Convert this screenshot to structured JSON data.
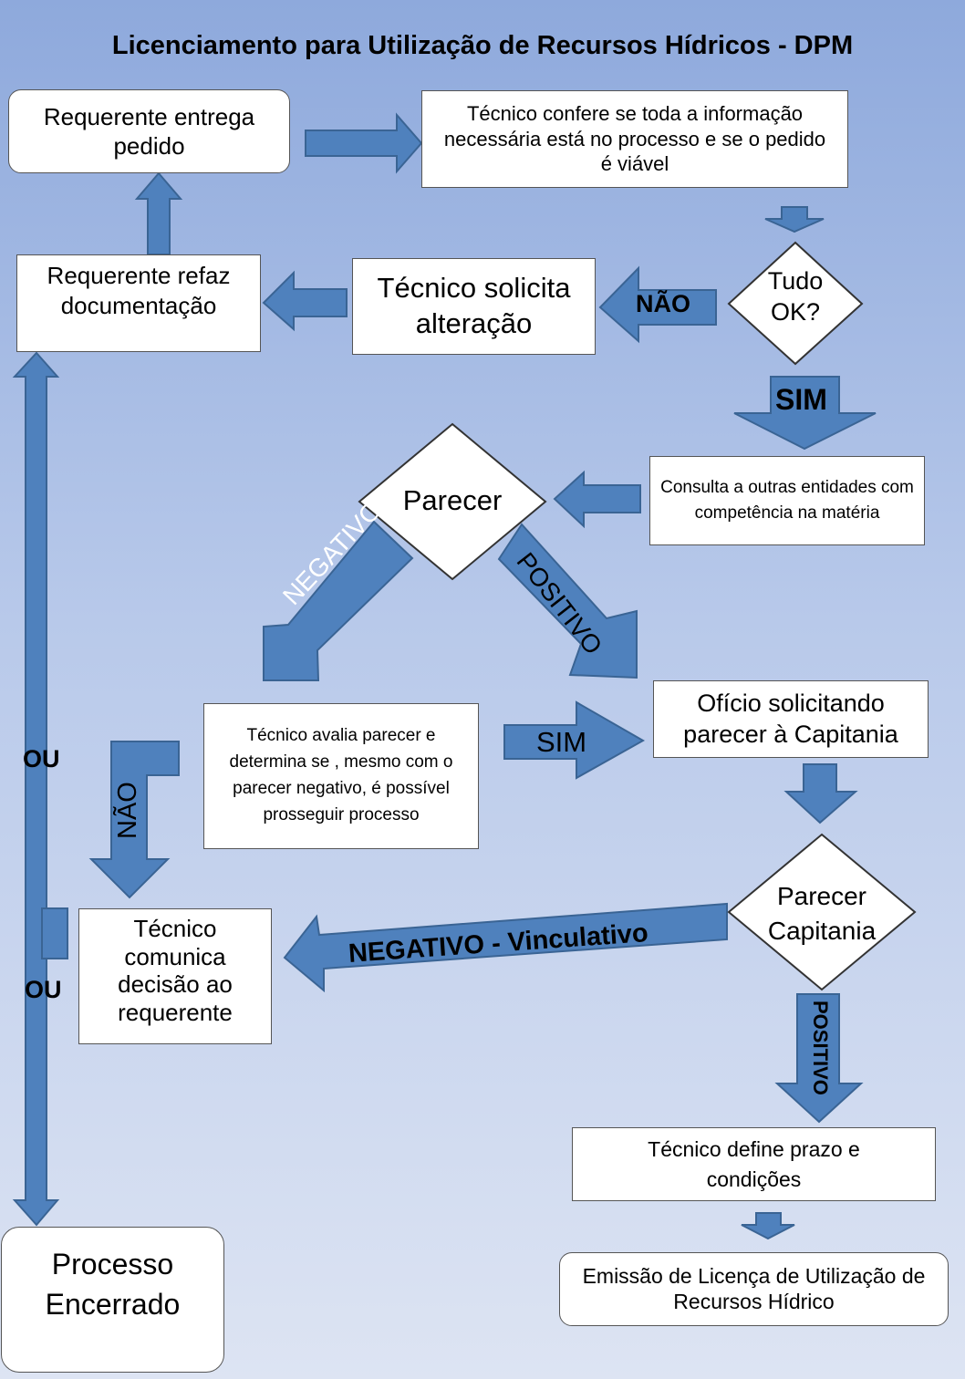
{
  "title": "Licenciamento para Utilização de Recursos Hídricos - DPM",
  "nodes": {
    "requerente_entrega": "Requerente entrega pedido",
    "tecnico_confere": "Técnico confere se toda a informação necessária está no processo e se o pedido é viável",
    "tudo_ok": "Tudo OK?",
    "tecnico_solicita": "Técnico solicita alteração",
    "requerente_refaz": "Requerente refaz documentação",
    "consulta": "Consulta a outras entidades com competência na matéria",
    "parecer": "Parecer",
    "tecnico_avalia": "Técnico avalia parecer  e determina se , mesmo com o parecer negativo, é possível prosseguir processo",
    "oficio": "Ofício solicitando parecer à Capitania",
    "parecer_capitania": "Parecer Capitania",
    "tecnico_comunica": "Técnico comunica decisão ao requerente",
    "tecnico_define": "Técnico define prazo e condições",
    "emissao": "Emissão de Licença de Utilização de Recursos Hídrico",
    "processo_encerrado": "Processo Encerrado"
  },
  "edge_labels": {
    "nao_1": "NÃO",
    "sim_1": "SIM",
    "negativo": "NEGATIVO",
    "positivo": "POSITIVO",
    "sim_2": "SIM",
    "nao_2": "NÃO",
    "negativo_vinculativo": "NEGATIVO  - Vinculativo",
    "positivo_2": "POSITIVO",
    "ou_1": "OU",
    "ou_2": "OU"
  },
  "colors": {
    "arrow": "#4f81bd",
    "arrow_border": "#3a6494"
  }
}
